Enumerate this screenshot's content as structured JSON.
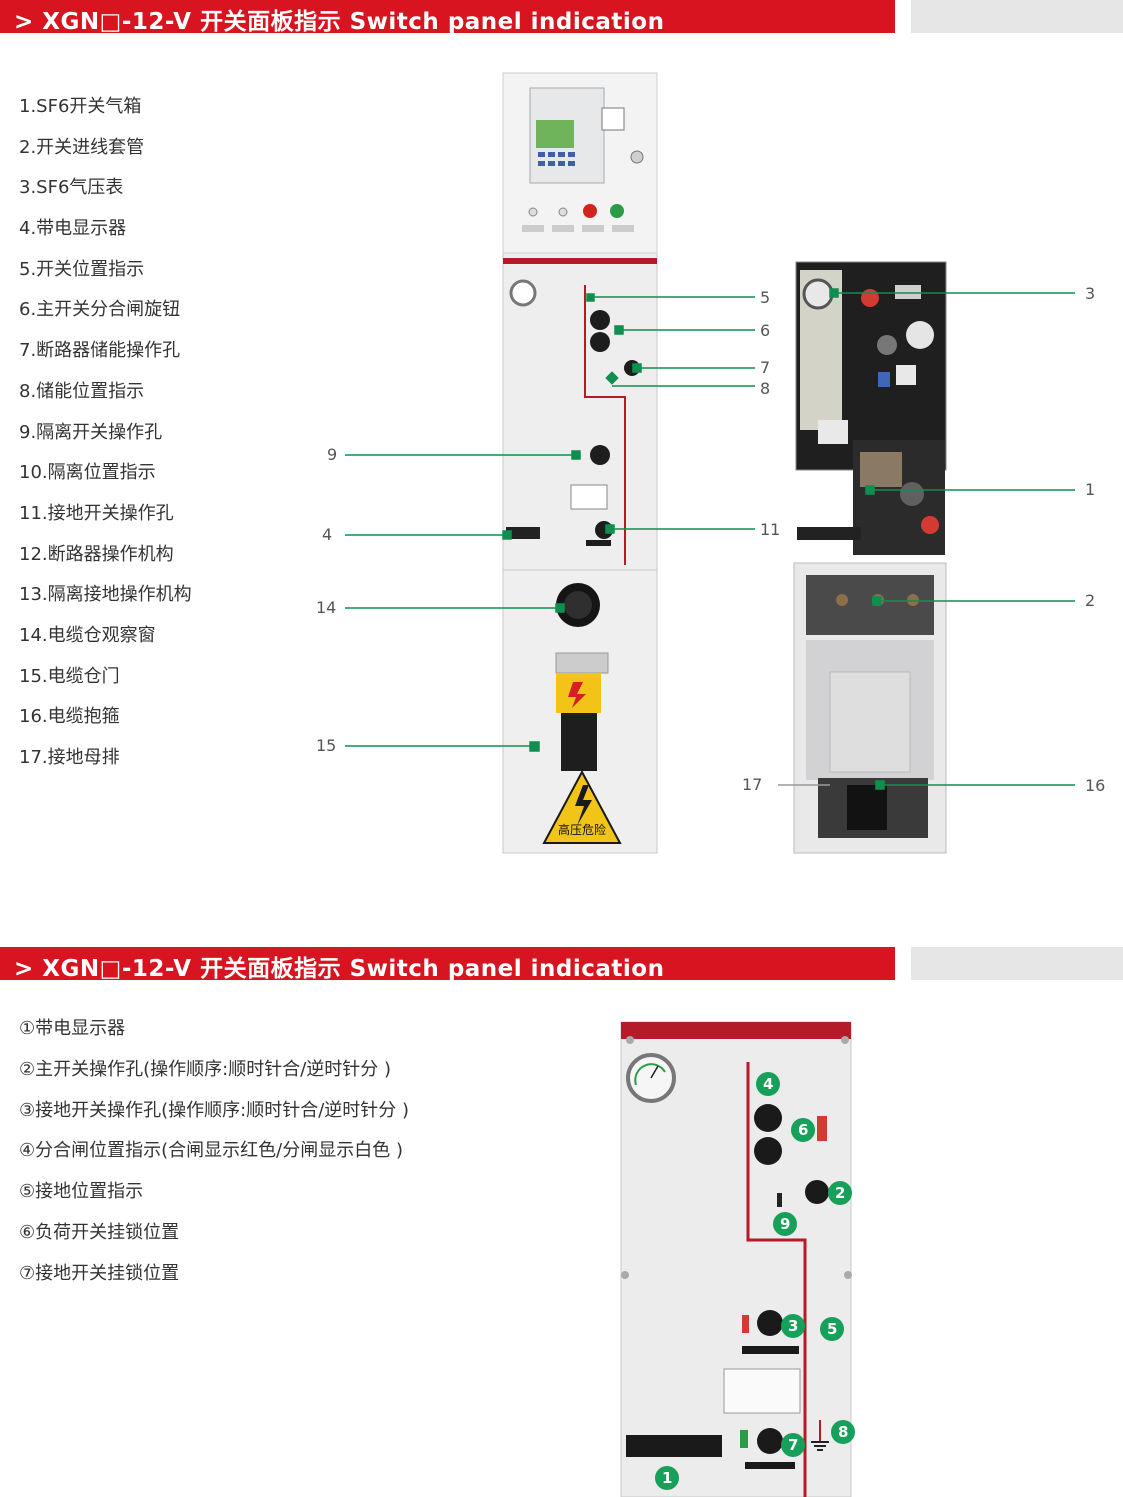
{
  "section1": {
    "heading": "> XGN□-12-V 开关面板指示 Switch panel indication",
    "items": [
      "1.SF6开关气箱",
      "2.开关进线套管",
      "3.SF6气压表",
      "4.带电显示器",
      "5.开关位置指示",
      "6.主开关分合闸旋钮",
      "7.断路器储能操作孔",
      "8.储能位置指示",
      "9.隔离开关操作孔",
      "10.隔离位置指示",
      "11.接地开关操作孔",
      "12.断路器操作机构",
      "13.隔离接地操作机构",
      "14.电缆仓观察窗",
      "15.电缆仓门",
      "16.电缆抱箍",
      "17.接地母排"
    ],
    "callouts": {
      "c1": "1",
      "c2": "2",
      "c3": "3",
      "c4": "4",
      "c5": "5",
      "c6": "6",
      "c7": "7",
      "c8": "8",
      "c9": "9",
      "c11": "11",
      "c14": "14",
      "c15": "15",
      "c16": "16",
      "c17": "17"
    },
    "warning_sign": "高压危险"
  },
  "section2": {
    "heading": "> XGN□-12-V 开关面板指示 Switch panel indication",
    "items": [
      "①带电显示器",
      "②主开关操作孔(操作顺序:顺时针合/逆时针分 )",
      "③接地开关操作孔(操作顺序:顺时针合/逆时针分 )",
      "④分合闸位置指示(合闸显示红色/分闸显示白色 )",
      "⑤接地位置指示",
      "⑥负荷开关挂锁位置",
      "⑦接地开关挂锁位置"
    ],
    "markers": {
      "m1": "1",
      "m2": "2",
      "m3": "3",
      "m4": "4",
      "m5": "5",
      "m6": "6",
      "m7": "7",
      "m8": "8",
      "m9": "9"
    }
  },
  "colors": {
    "banner_red": "#d7141f",
    "banner_gray": "#e6e6e6",
    "leader_green": "#0f8f4f",
    "marker_green": "#16a05a",
    "panel_red_line": "#b51a28"
  }
}
